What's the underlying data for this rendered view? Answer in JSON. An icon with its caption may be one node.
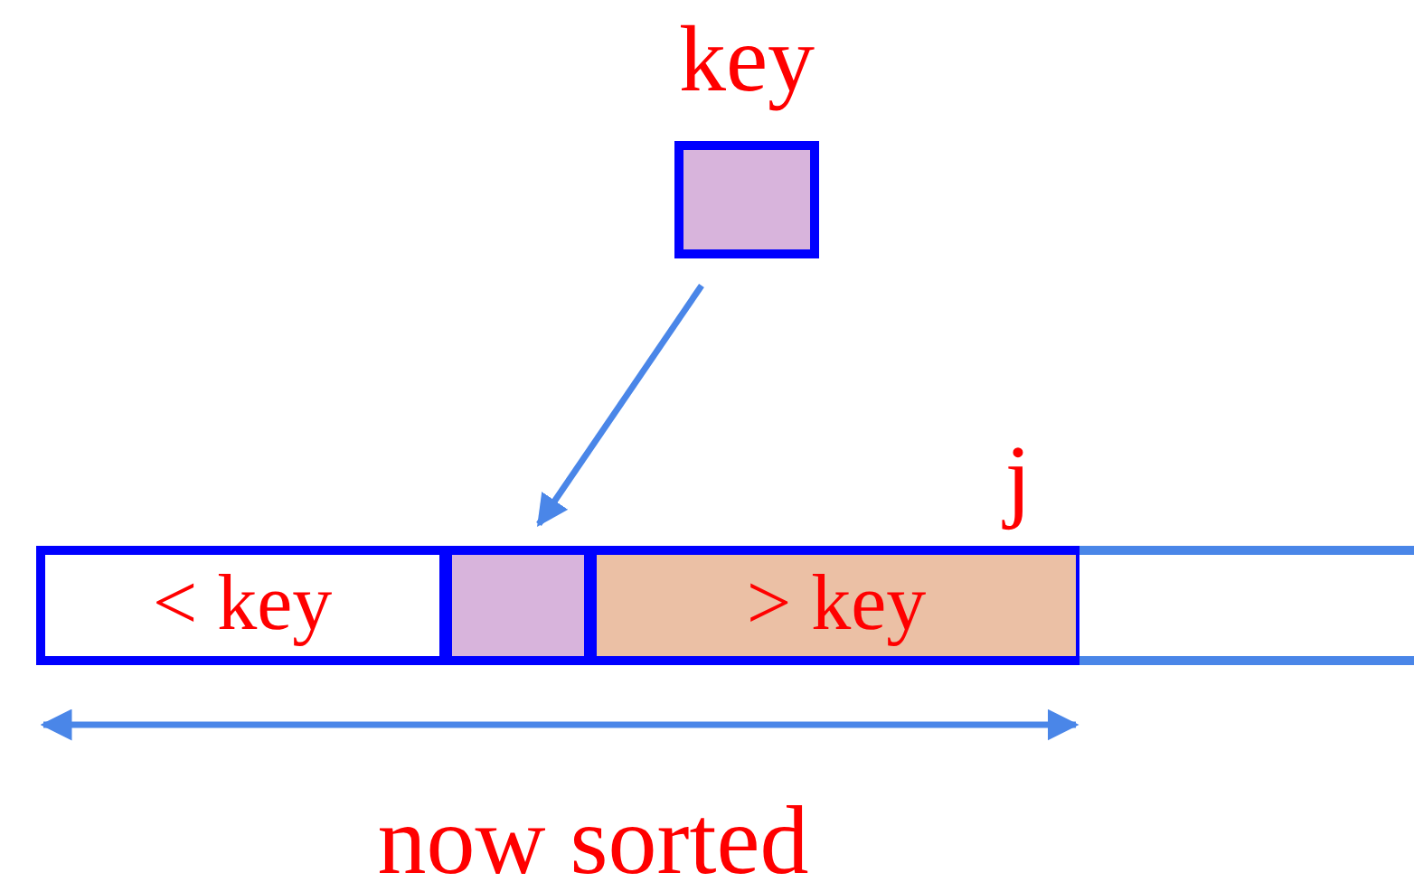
{
  "diagram": {
    "nodes": [
      {
        "text": [
          "key"
        ]
      },
      {
        "text": [
          "< key"
        ]
      },
      {
        "text": [],
        "shape": "box"
      },
      {
        "text": [
          "> key"
        ]
      },
      {
        "text": [],
        "shape": "box"
      }
    ],
    "edges": [
      {
        "from": 0,
        "to": 2,
        "arrow": "to"
      }
    ],
    "labels": [
      "j",
      "now sorted"
    ]
  }
}
